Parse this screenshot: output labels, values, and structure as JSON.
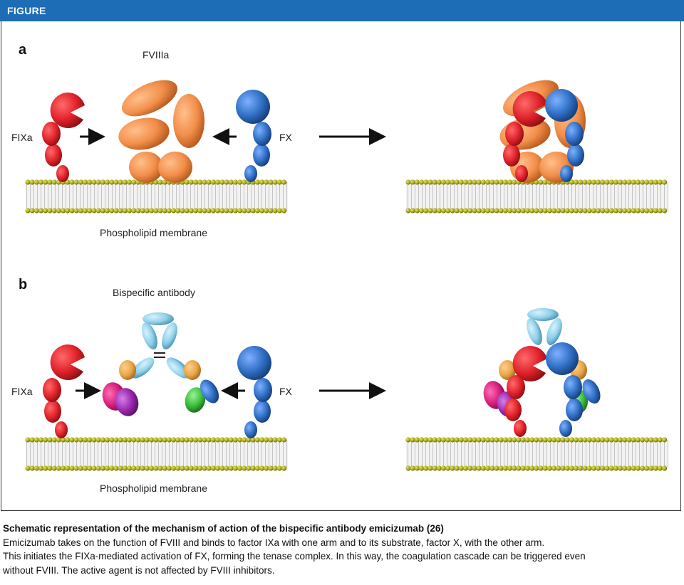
{
  "header": {
    "label": "FIGURE"
  },
  "panels": {
    "a": {
      "letter": "a",
      "fviiia_label": "FVIIIa",
      "fixa_label": "FIXa",
      "fx_label": "FX",
      "membrane_label": "Phospholipid membrane"
    },
    "b": {
      "letter": "b",
      "antibody_label": "Bispecific antibody",
      "fixa_label": "FIXa",
      "fx_label": "FX",
      "membrane_label": "Phospholipid membrane"
    }
  },
  "colors": {
    "header_bg": "#1c6db6",
    "fixa_red": "#e0222a",
    "fx_blue": "#2f6fc4",
    "fviiia_orange": "#f28e4a",
    "antibody_light_blue": "#8fd0ea",
    "antibody_orange": "#e8a64a",
    "antibody_magenta": "#d61f7d",
    "antibody_purple": "#9b27b0",
    "antibody_green": "#3bbf3a",
    "membrane_head": "#a8a81a"
  },
  "caption": {
    "title": "Schematic representation of the mechanism of action of the bispecific antibody emicizumab (26)",
    "line1": "Emicizumab takes on the function of FVIII and binds to factor IXa with one arm and to its substrate, factor X, with the other arm.",
    "line2": "This initiates the FIXa-mediated activation of FX, forming the tenase complex. In this way, the coagulation cascade can be triggered even",
    "line3": "without FVIII. The active agent is not affected by FVIII inhibitors."
  }
}
